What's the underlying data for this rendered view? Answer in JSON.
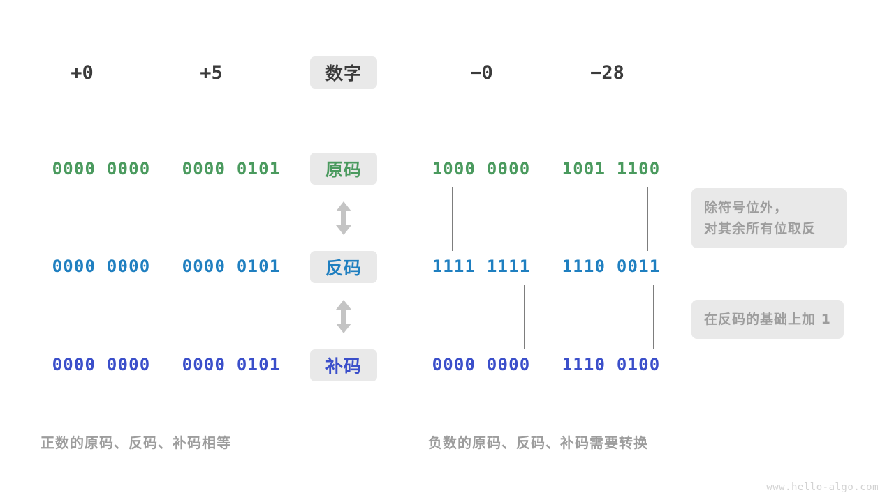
{
  "figure": {
    "watermark": "www.hello-algo.com",
    "colors": {
      "sign_magnitude": "#4a9a5e",
      "ones_complement": "#1f7fc0",
      "twos_complement": "#3b4fca",
      "chip_bg": "#e9e9e9",
      "note_text": "#9d9d9d",
      "connector": "#7d7d7d",
      "arrow": "#c4c4c4",
      "header_text": "#3b3b3b"
    }
  },
  "header": {
    "chip_label": "数字",
    "columns": [
      {
        "label": "+0"
      },
      {
        "label": "+5"
      },
      {
        "label": "−0"
      },
      {
        "label": "−28"
      }
    ]
  },
  "rows": [
    {
      "chip_label": "原码",
      "style": "sign",
      "values": [
        "0000 0000",
        "0000 0101",
        "1000 0000",
        "1001 1100"
      ]
    },
    {
      "chip_label": "反码",
      "style": "ones",
      "values": [
        "0000 0000",
        "0000 0101",
        "1111 1111",
        "1110 0011"
      ]
    },
    {
      "chip_label": "补码",
      "style": "twos",
      "values": [
        "0000 0000",
        "0000 0101",
        "0000 0000",
        "1110 0100"
      ]
    }
  ],
  "notes": [
    {
      "line1": "除符号位外，",
      "line2": "对其余所有位取反"
    },
    {
      "line1": "在反码的基础上加  1",
      "line2": ""
    }
  ],
  "captions": {
    "left": "正数的原码、反码、补码相等",
    "right": "负数的原码、反码、补码需要转换"
  }
}
